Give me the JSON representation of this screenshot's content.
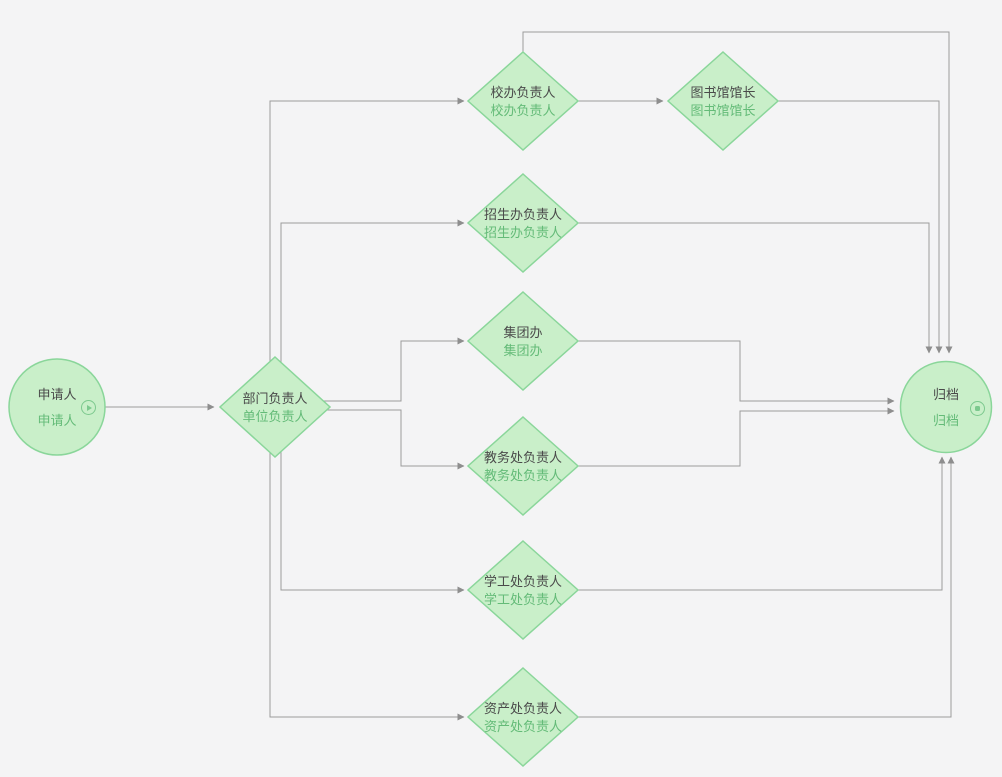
{
  "diagram": {
    "type": "approval-flowchart",
    "nodes": {
      "start": {
        "shape": "circle",
        "label": "申请人",
        "sublabel": "申请人"
      },
      "dept": {
        "shape": "diamond",
        "label": "部门负责人",
        "sublabel": "单位负责人"
      },
      "xiaoban": {
        "shape": "diamond",
        "label": "校办负责人",
        "sublabel": "校办负责人"
      },
      "library": {
        "shape": "diamond",
        "label": "图书馆馆长",
        "sublabel": "图书馆馆长"
      },
      "zhaosheng": {
        "shape": "diamond",
        "label": "招生办负责人",
        "sublabel": "招生办负责人"
      },
      "jituan": {
        "shape": "diamond",
        "label": "集团办",
        "sublabel": "集团办"
      },
      "jiaowu": {
        "shape": "diamond",
        "label": "教务处负责人",
        "sublabel": "教务处负责人"
      },
      "xuegong": {
        "shape": "diamond",
        "label": "学工处负责人",
        "sublabel": "学工处负责人"
      },
      "zichan": {
        "shape": "diamond",
        "label": "资产处负责人",
        "sublabel": "资产处负责人"
      },
      "end": {
        "shape": "circle",
        "label": "归档",
        "sublabel": "归档"
      }
    },
    "edges": [
      {
        "from": "申请人",
        "to": "部门负责人"
      },
      {
        "from": "部门负责人",
        "to": "校办负责人"
      },
      {
        "from": "部门负责人",
        "to": "招生办负责人"
      },
      {
        "from": "部门负责人",
        "to": "集团办"
      },
      {
        "from": "部门负责人",
        "to": "教务处负责人"
      },
      {
        "from": "部门负责人",
        "to": "学工处负责人"
      },
      {
        "from": "部门负责人",
        "to": "资产处负责人"
      },
      {
        "from": "校办负责人",
        "to": "图书馆馆长"
      },
      {
        "from": "校办负责人",
        "to": "归档"
      },
      {
        "from": "图书馆馆长",
        "to": "归档"
      },
      {
        "from": "招生办负责人",
        "to": "归档"
      },
      {
        "from": "集团办",
        "to": "归档"
      },
      {
        "from": "教务处负责人",
        "to": "归档"
      },
      {
        "from": "学工处负责人",
        "to": "归档"
      },
      {
        "from": "资产处负责人",
        "to": "归档"
      }
    ],
    "icons": {
      "start_icon": "play-circle",
      "end_icon": "stop-circle"
    },
    "colors": {
      "background": "#f4f4f5",
      "node_fill": "#c9efc9",
      "node_border": "#8ad69a",
      "label_primary": "#4a4a4a",
      "label_secondary": "#64bb78",
      "connector": "#9b9b9b"
    }
  }
}
